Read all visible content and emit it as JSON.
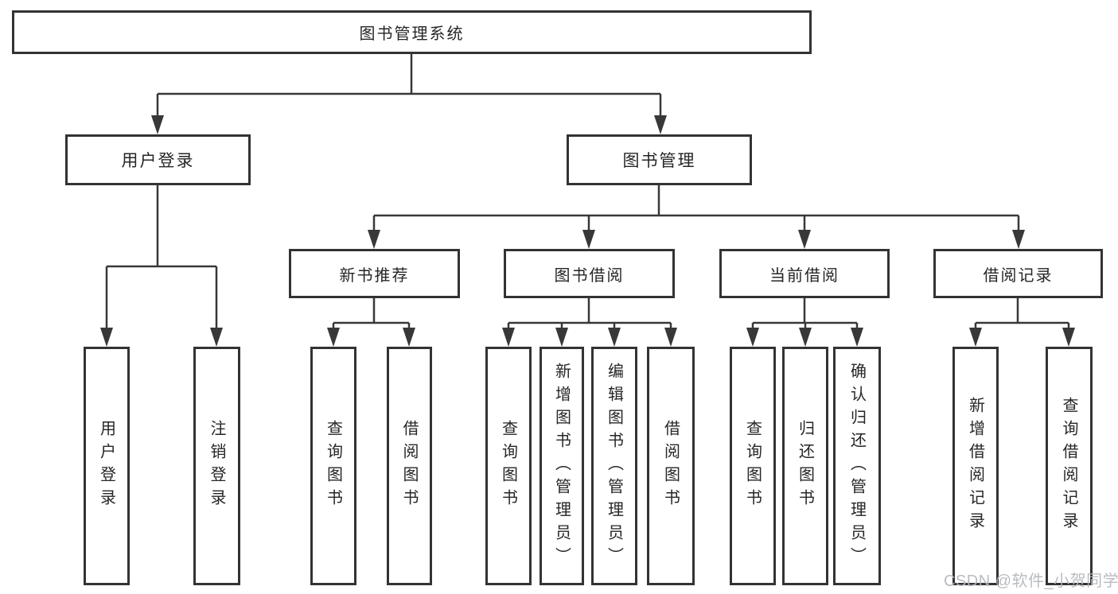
{
  "diagram": {
    "root": {
      "label": "图书管理系统"
    },
    "branches": [
      {
        "label": "用户登录",
        "children": [
          {
            "label": "用户登录"
          },
          {
            "label": "注销登录"
          }
        ]
      },
      {
        "label": "图书管理",
        "children": [
          {
            "label": "新书推荐",
            "children": [
              {
                "label": "查询图书"
              },
              {
                "label": "借阅图书"
              }
            ]
          },
          {
            "label": "图书借阅",
            "children": [
              {
                "label": "查询图书"
              },
              {
                "label": "新增图书（管理员）"
              },
              {
                "label": "编辑图书（管理员）"
              },
              {
                "label": "借阅图书"
              }
            ]
          },
          {
            "label": "当前借阅",
            "children": [
              {
                "label": "查询图书"
              },
              {
                "label": "归还图书"
              },
              {
                "label": "确认归还（管理员）"
              }
            ]
          },
          {
            "label": "借阅记录",
            "children": [
              {
                "label": "新增借阅记录"
              },
              {
                "label": "查询借阅记录"
              }
            ]
          }
        ]
      }
    ]
  },
  "watermark": {
    "text": "CSDN @软件_小贺同学"
  },
  "colors": {
    "line": "#383838",
    "box_border": "#333333",
    "text": "#262626",
    "watermark": "#b4b7bc",
    "background": "#ffffff"
  }
}
